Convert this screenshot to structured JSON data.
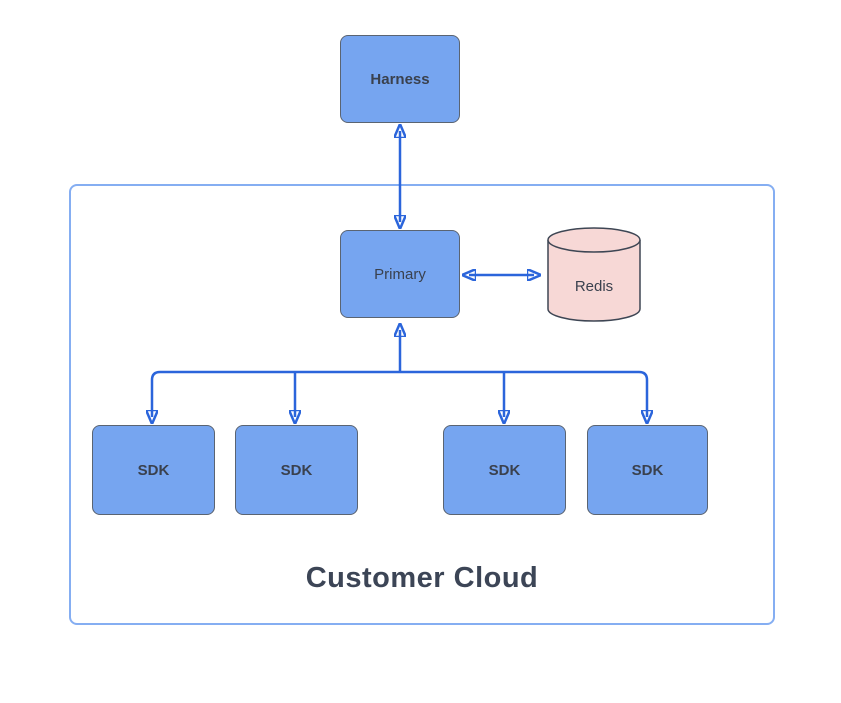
{
  "diagram": {
    "external_node": {
      "label": "Harness"
    },
    "primary_node": {
      "label": "Primary"
    },
    "cache_node": {
      "label": "Redis"
    },
    "sdk_nodes": [
      {
        "label": "SDK"
      },
      {
        "label": "SDK"
      },
      {
        "label": "SDK"
      },
      {
        "label": "SDK"
      }
    ],
    "container": {
      "label": "Customer Cloud"
    }
  },
  "colors": {
    "node_fill": "#76a5f0",
    "node_border": "#5a6472",
    "node_text": "#3a414e",
    "cache_fill": "#f7d8d6",
    "cache_border": "#3e4654",
    "arrow": "#2b65db",
    "container_border": "#85aef2",
    "title_text": "#3c4556",
    "canvas_bg": "#ffffff"
  }
}
